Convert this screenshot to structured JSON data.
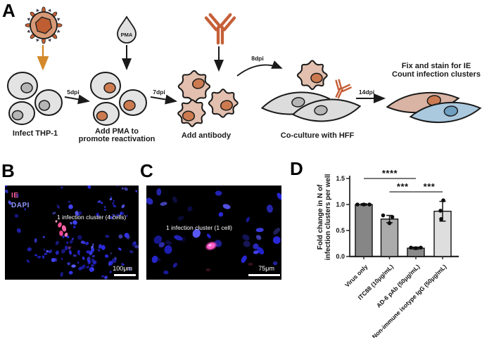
{
  "panels": {
    "a": {
      "label": "A",
      "steps": {
        "infect": "Infect THP-1",
        "pma_line1": "Add PMA to",
        "pma_line2": "promote reactivation",
        "antibody": "Add antibody",
        "coculture": "Co-culture with HFF",
        "fix_line1": "Fix and stain for IE",
        "fix_line2": "Count infection clusters"
      },
      "timepoints": {
        "t1": "5dpi",
        "t2": "7dpi",
        "t3": "8dpi",
        "t4": "14dpi"
      },
      "pma": "PMA"
    },
    "b": {
      "label": "B",
      "legend_ie": "IE",
      "legend_dapi": "DAPI",
      "annotation": "1 infection cluster (4 cells)",
      "scale_bar": "100μm"
    },
    "c": {
      "label": "C",
      "annotation": "1 infection cluster (1 cell)",
      "scale_bar": "75μm"
    },
    "d": {
      "label": "D"
    }
  },
  "colors": {
    "antibody_orange": "#c65f38",
    "virus_arrow_orange": "#d4892a",
    "cell_gray": "#e3e3e3",
    "nucleus_gray": "#b5b5b5",
    "activated_cell_pink": "#e2bfae",
    "nucleus_orange": "#cc7a50",
    "hff_gray": "#dcdcdc",
    "infected_fibroblast_pink": "#d9b3a3",
    "fibroblast_blue": "#aac8de",
    "nucleus_blue": "#6f9fc0",
    "ie_pink": "#ff5fa2",
    "dapi_blue": "#8e97ff"
  },
  "chart_data": {
    "type": "bar",
    "title": "",
    "categories": [
      "Virus only",
      "ITC88 (10μg/mL)",
      "AD-6 pAb (50μg/mL)",
      "Non-immune isotype IgG (50μg/mL)"
    ],
    "values": [
      1.0,
      0.72,
      0.16,
      0.87
    ],
    "errors": [
      0.015,
      0.07,
      0.02,
      0.19
    ],
    "points": [
      [
        [
          -9,
          1.0
        ],
        [
          0,
          1.0
        ],
        [
          8,
          1.0
        ]
      ],
      [
        [
          -9,
          0.79
        ],
        [
          4,
          0.76
        ],
        [
          0,
          0.64
        ]
      ],
      [
        [
          -7,
          0.17
        ],
        [
          0,
          0.16
        ],
        [
          7,
          0.17
        ]
      ],
      [
        [
          1,
          1.08
        ],
        [
          -3,
          0.88
        ],
        [
          -2,
          0.72
        ]
      ]
    ],
    "bar_colors": [
      "#868686",
      "#ababab",
      "#8a8a8a",
      "#dedede"
    ],
    "xlabel": "",
    "ylabel": "Fold change in N of infection clusters per well",
    "ylabel_line1": "Fold change in N of",
    "ylabel_line2": "infection clusters per well",
    "yticks": [
      "0.0",
      "0.5",
      "1.0",
      "1.5"
    ],
    "ytick_values": [
      0,
      0.5,
      1.0,
      1.5
    ],
    "ylim": [
      0,
      1.5
    ],
    "grid": false,
    "legend_position": "none",
    "significance": [
      {
        "from": 0,
        "to": 2,
        "label": "****",
        "row": 0
      },
      {
        "from": 1,
        "to": 2,
        "label": "***",
        "row": 1
      },
      {
        "from": 2,
        "to": 3,
        "label": "***",
        "row": 1
      }
    ]
  }
}
